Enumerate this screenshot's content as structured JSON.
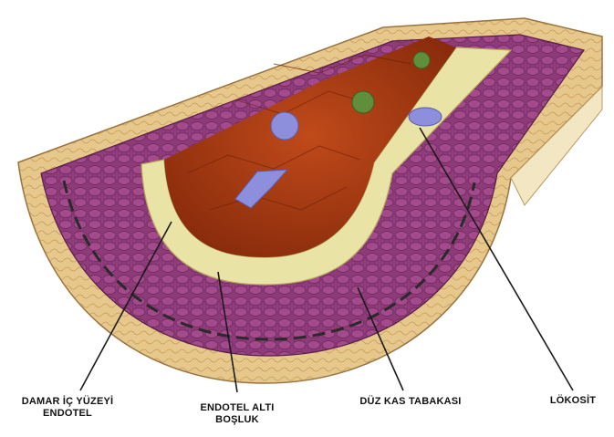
{
  "labels": {
    "endothelium_line1": "DAMAR İÇ YÜZEYİ",
    "endothelium_line2": "ENDOTEL",
    "subendothelial_line1": "ENDOTEL ALTI",
    "subendothelial_line2": "BOŞLUK",
    "smooth_muscle": "DÜZ KAS TABAKASI",
    "leukocyte": "LÖKOSİT"
  },
  "colors": {
    "lumen": "#a83a14",
    "media": "#8c3a78",
    "adventitia": "#e8c98a",
    "intima": "#e9e3a6",
    "leukocyte_blue": "#8d8fdc",
    "leukocyte_green": "#5f8f3a"
  }
}
